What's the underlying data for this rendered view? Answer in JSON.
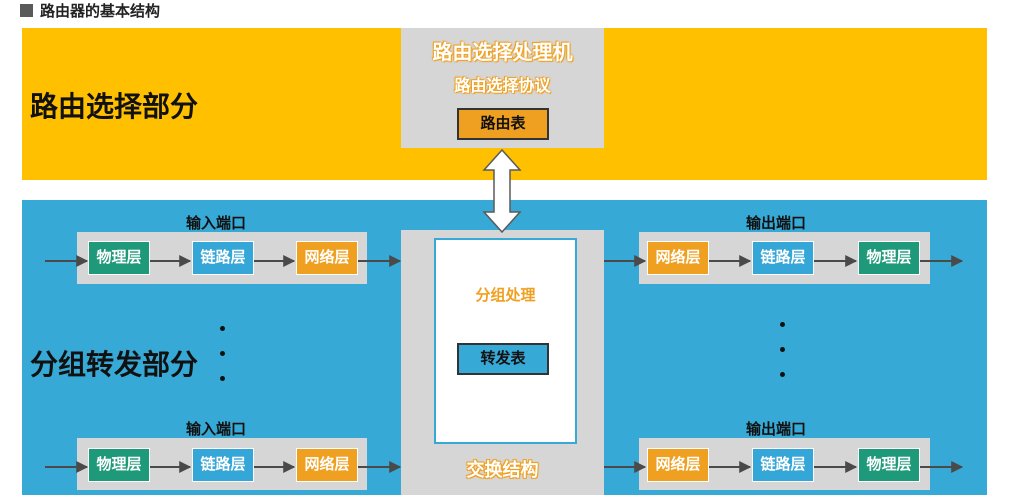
{
  "page_title": "路由器的基本结构",
  "routing_section": {
    "label": "路由选择部分",
    "processor_title": "路由选择处理机",
    "protocol_label": "路由选择协议",
    "table_label": "路由表"
  },
  "forwarding_section": {
    "label": "分组转发部分",
    "switch_fabric_label": "交换结构",
    "packet_processing_label": "分组处理",
    "forwarding_table_label": "转发表"
  },
  "input_port_label": "输入端口",
  "output_port_label": "输出端口",
  "layers": {
    "physical": "物理层",
    "link": "链路层",
    "network": "网络层"
  },
  "colors": {
    "routing_band": "#ffc000",
    "forwarding_band": "#37a9d6",
    "physical_layer": "#1e9a7a",
    "link_layer": "#35a6d8",
    "network_layer": "#f0a020",
    "port_box": "#d6d6d6"
  }
}
